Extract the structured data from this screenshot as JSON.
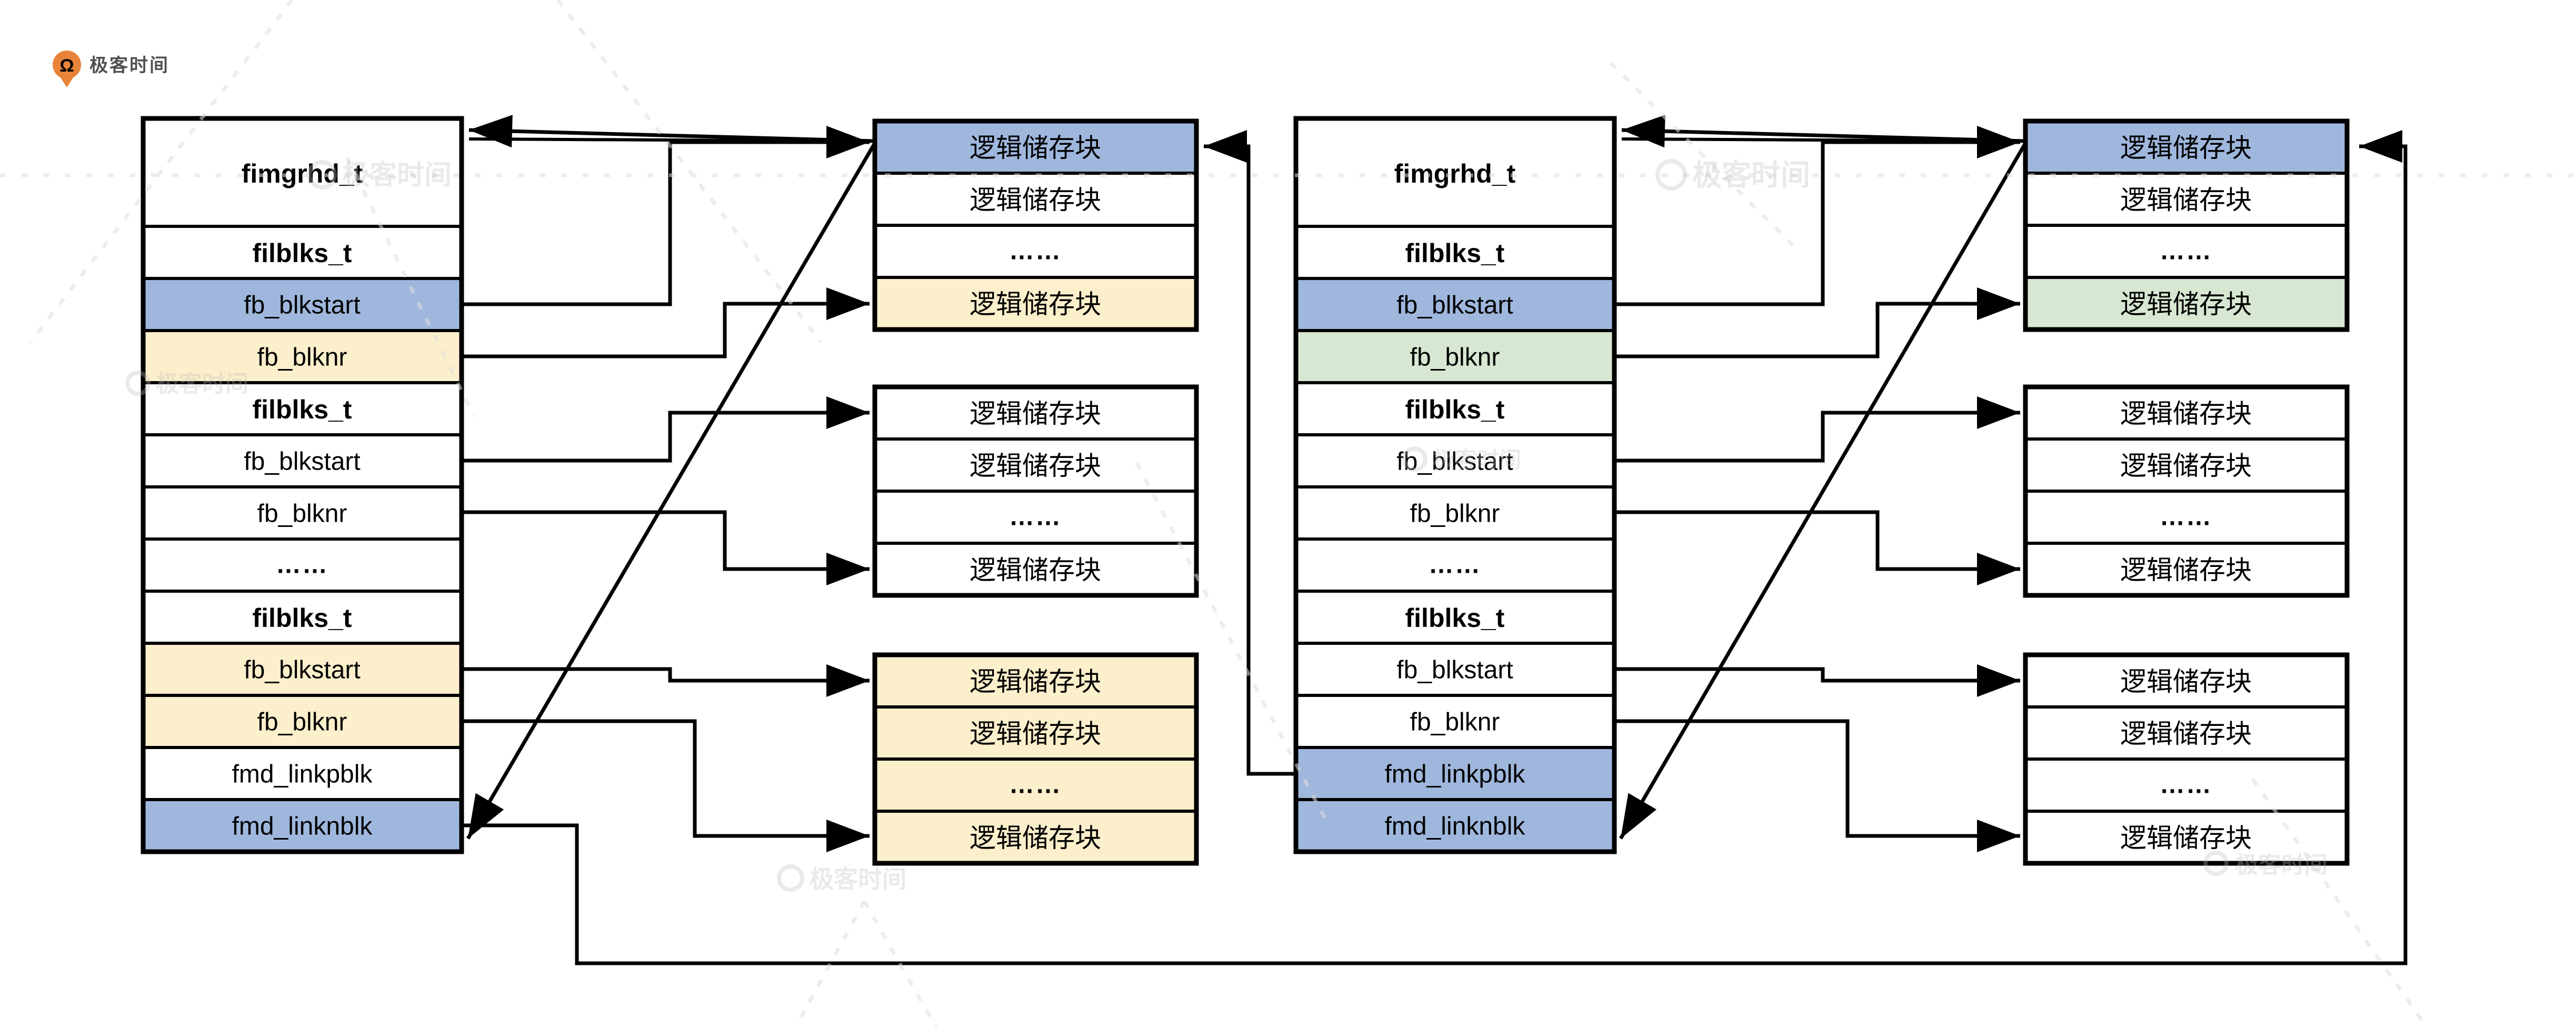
{
  "brand": {
    "logo_text": "极客时间"
  },
  "watermark": {
    "text": "极客时间"
  },
  "icons": {
    "logo": "geektime-q-bubble-icon"
  },
  "colors": {
    "blue": "#9fb7dd",
    "yellow": "#fcefcb",
    "green": "#d7e7d1",
    "line": "#000000",
    "brand_orange": "#e8833a",
    "watermark_gray": "#c2bdbd"
  },
  "left_table": {
    "rows": [
      "fimgrhd_t",
      "filblks_t",
      "fb_blkstart",
      "fb_blknr",
      "filblks_t",
      "fb_blkstart",
      "fb_blknr",
      "……",
      "filblks_t",
      "fb_blkstart",
      "fb_blknr",
      "fmd_linkpblk",
      "fmd_linknblk"
    ]
  },
  "right_table": {
    "rows": [
      "fimgrhd_t",
      "filblks_t",
      "fb_blkstart",
      "fb_blknr",
      "filblks_t",
      "fb_blkstart",
      "fb_blknr",
      "……",
      "filblks_t",
      "fb_blkstart",
      "fb_blknr",
      "fmd_linkpblk",
      "fmd_linknblk"
    ]
  },
  "block": {
    "label": "逻辑储存块",
    "ellipsis": "……"
  }
}
